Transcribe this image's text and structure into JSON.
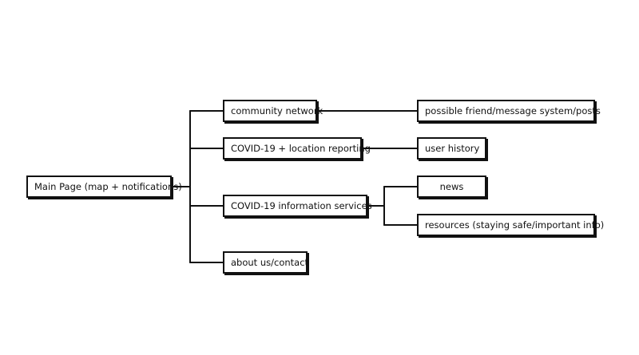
{
  "diagram": {
    "root": {
      "label": "Main Page (map + notifications)"
    },
    "branches": [
      {
        "label": "community network",
        "children": [
          {
            "label": "possible friend/message system/posts"
          }
        ]
      },
      {
        "label": "COVID-19 + location reporting",
        "children": [
          {
            "label": "user history"
          }
        ]
      },
      {
        "label": "COVID-19 information services",
        "children": [
          {
            "label": "news"
          },
          {
            "label": "resources (staying safe/important info)"
          }
        ]
      },
      {
        "label": "about us/contact",
        "children": []
      }
    ]
  }
}
